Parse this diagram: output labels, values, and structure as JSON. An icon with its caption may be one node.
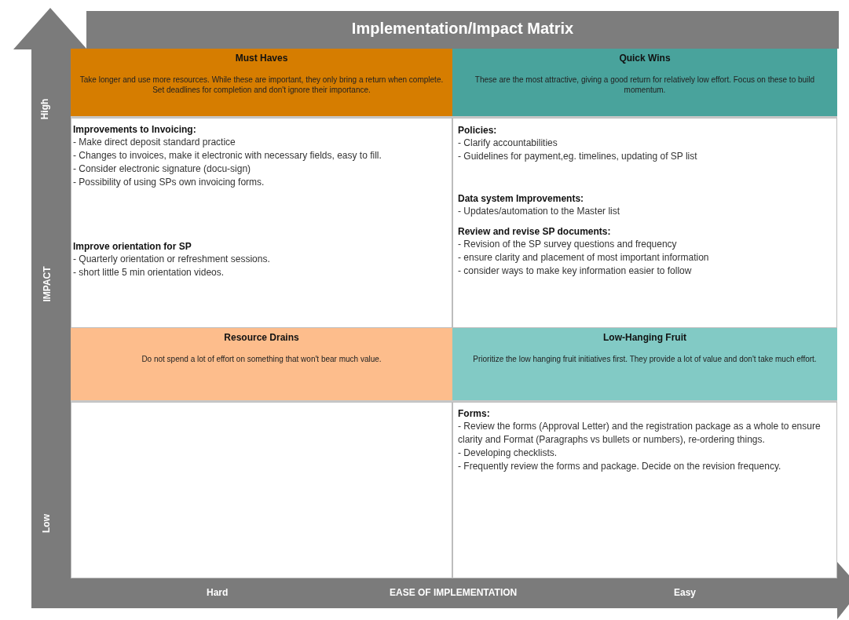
{
  "diagram": {
    "title": "Implementation/Impact Matrix",
    "nodes": [
      {
        "text": [
          "Must Haves",
          "Take longer and use more resources. While these are important, they only bring a return when complete. Set deadlines for completion and don't ignore their importance."
        ]
      },
      {
        "text": [
          "Quick Wins",
          "These are the most attractive, giving a good return for relatively low effort. Focus on these to build momentum."
        ]
      },
      {
        "text": [],
        "shape": "box"
      },
      {
        "text": [
          "Improvements to Invoicing:",
          "- Make direct deposit standard practice",
          "- Changes to invoices, make it electronic with necessary fields, easy to fill.",
          "- Consider electronic signature (docu-sign)",
          "- Possibility of using SPs own invoicing forms."
        ],
        "in": 2
      },
      {
        "text": [
          "Improve orientation for SP",
          "- Quarterly orientation or refreshment sessions.",
          "- short little 5 min orientation videos."
        ],
        "in": 2
      },
      {
        "text": [],
        "shape": "box"
      },
      {
        "text": [
          "Policies:",
          "- Clarify accountabilities",
          "- Guidelines for payment,eg. timelines, updating of SP list"
        ],
        "in": 5
      },
      {
        "text": [
          "Data system Improvements:",
          "- Updates/automation to the Master list"
        ],
        "in": 5
      },
      {
        "text": [
          "Review and revise SP documents:",
          "- Revision of the SP survey questions and frequency",
          "- ensure clarity and placement of most important information",
          "- consider ways to make key information easier to follow"
        ],
        "in": 5
      },
      {
        "text": [
          "Resource Drains",
          "Do not spend a lot of effort on something that won't bear much value."
        ]
      },
      {
        "text": [
          "Low-Hanging Fruit",
          "Prioritize the low hanging fruit initiatives first. They provide a lot of value and don't take much effort."
        ]
      },
      {
        "text": [],
        "shape": "box"
      },
      {
        "text": [],
        "shape": "box"
      },
      {
        "text": [
          "Forms:",
          "- Review the forms (Approval Letter) and the registration package as a whole to ensure clarity and Format (Paragraphs vs bullets or numbers), re-ordering things.",
          "- Developing checklists.",
          "- Frequently review the forms and package. Decide on the revision frequency."
        ],
        "in": 12
      }
    ],
    "labels": [
      "High",
      "IMPACT",
      "Low",
      "Hard",
      "EASE OF IMPLEMENTATION",
      "Easy"
    ]
  }
}
